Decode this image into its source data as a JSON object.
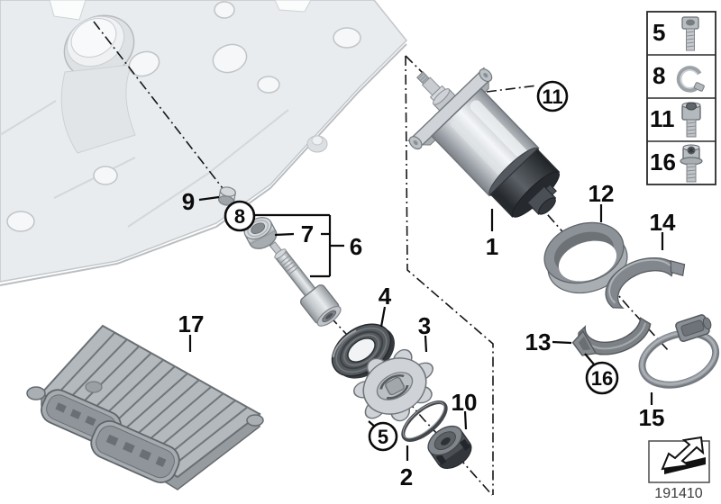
{
  "diagram": {
    "type": "exploded-parts-diagram",
    "background": "#ffffff"
  },
  "callouts": {
    "c1": "1",
    "c2": "2",
    "c3": "3",
    "c4": "4",
    "c5": "5",
    "c6": "6",
    "c7": "7",
    "c8": "8",
    "c9": "9",
    "c10": "10",
    "c11": "11",
    "c12": "12",
    "c13": "13",
    "c14": "14",
    "c15": "15",
    "c16": "16",
    "c17": "17"
  },
  "legend": {
    "items": [
      {
        "label": "5",
        "icon": "cylinder-head-screw-long"
      },
      {
        "label": "8",
        "icon": "snap-ring"
      },
      {
        "label": "11",
        "icon": "socket-head-screw-short"
      },
      {
        "label": "16",
        "icon": "torx-screw-with-washer"
      }
    ]
  },
  "stamp": {
    "number": "191410",
    "icon": "back-arrow"
  },
  "colors": {
    "line": "#151515",
    "ghost_part": "#e9ecee",
    "metal_light": "#d6dade",
    "metal_mid": "#9aa0a5",
    "metal_dark": "#33373b",
    "ring_gray": "#878d92"
  }
}
